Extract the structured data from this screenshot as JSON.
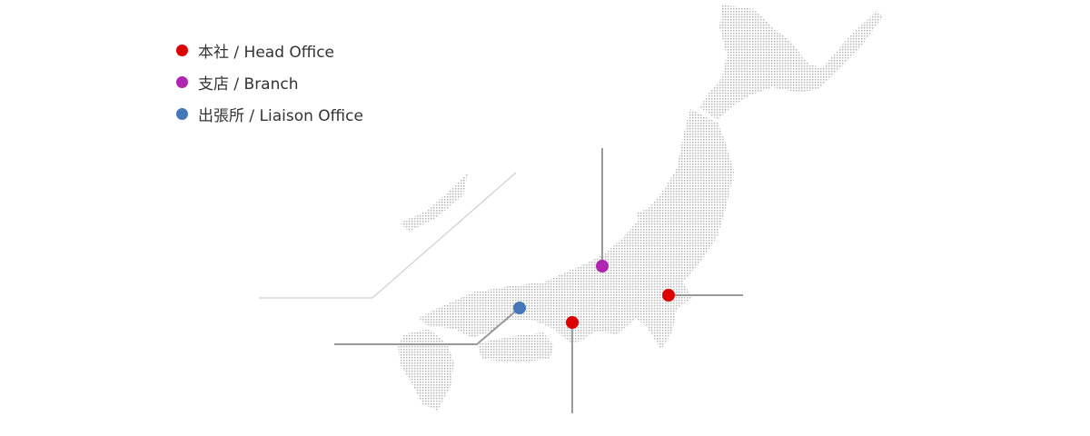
{
  "legend": [
    {
      "label": "本社 / Head Office",
      "color": "#dd0000"
    },
    {
      "label": "支店 / Branch",
      "color": "#b026b0"
    },
    {
      "label": "出張所 / Liaison Office",
      "color": "#4377b8"
    }
  ],
  "colors": {
    "land": "#b5b5b5",
    "leader": "#999999",
    "leader_light": "#d0d0d0"
  }
}
